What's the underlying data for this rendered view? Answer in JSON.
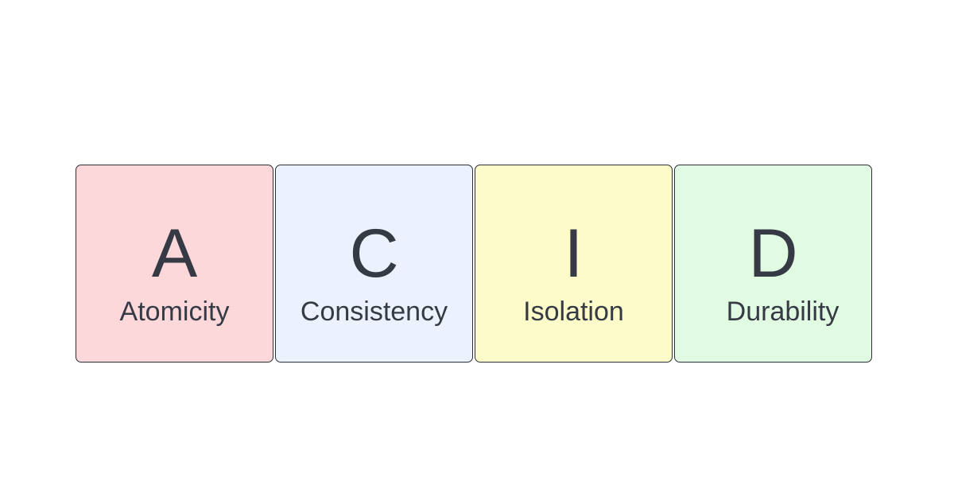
{
  "cards": [
    {
      "letter": "A",
      "word": "Atomicity",
      "color": "#fdd8db"
    },
    {
      "letter": "C",
      "word": "Consistency",
      "color": "#ebf2fe"
    },
    {
      "letter": "I",
      "word": "Isolation",
      "color": "#fcfbc9"
    },
    {
      "letter": "D",
      "word": "Durability",
      "color": "#e1fae2"
    }
  ]
}
